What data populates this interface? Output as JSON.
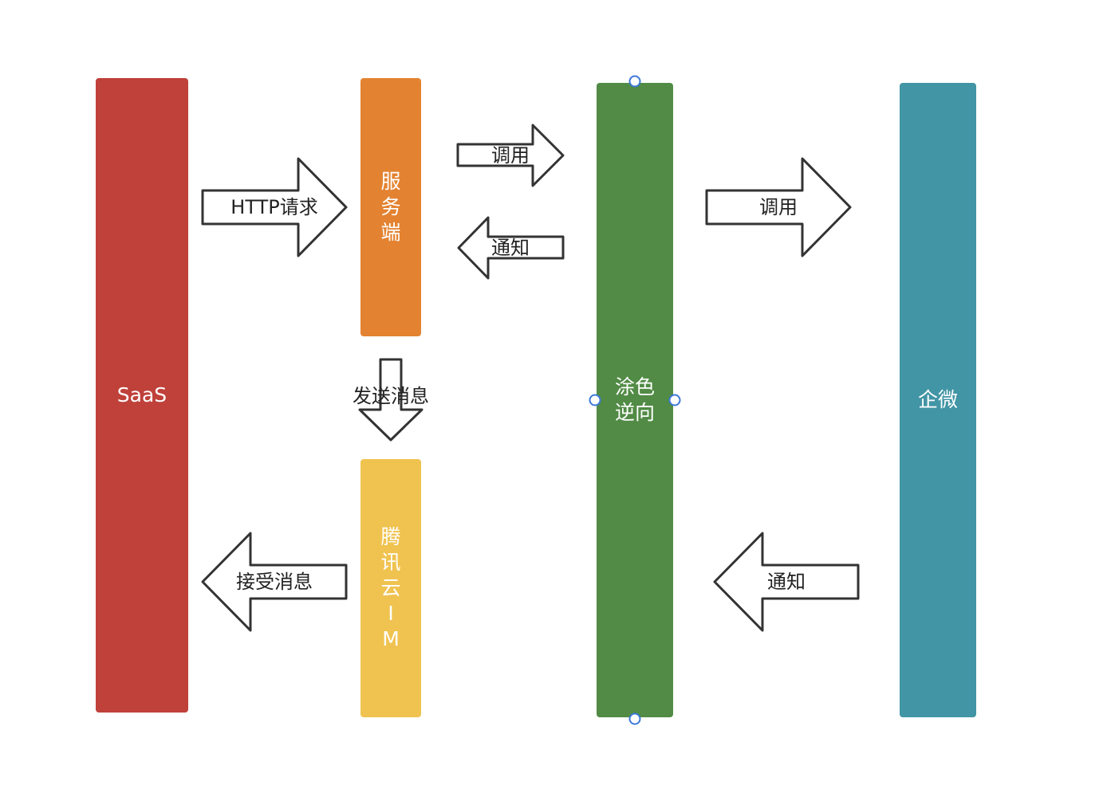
{
  "nodes": {
    "saas": {
      "label": "SaaS",
      "color": "#c0403a"
    },
    "server": {
      "label": "服务端",
      "color": "#e38331"
    },
    "tim": {
      "label": "腾讯云IM",
      "color": "#f0c350"
    },
    "reverse": {
      "label": "涂色逆向",
      "color": "#518b45"
    },
    "wecom": {
      "label": "企微",
      "color": "#4295a5"
    }
  },
  "arrows": {
    "http_request": "HTTP请求",
    "call_1": "调用",
    "notify_1": "通知",
    "send_message": "发送消息",
    "receive_message": "接受消息",
    "call_2": "调用",
    "notify_2": "通知"
  },
  "arrow_style": {
    "stroke": "#333333",
    "fill": "#ffffff"
  },
  "selection_color": "#3c78d8"
}
